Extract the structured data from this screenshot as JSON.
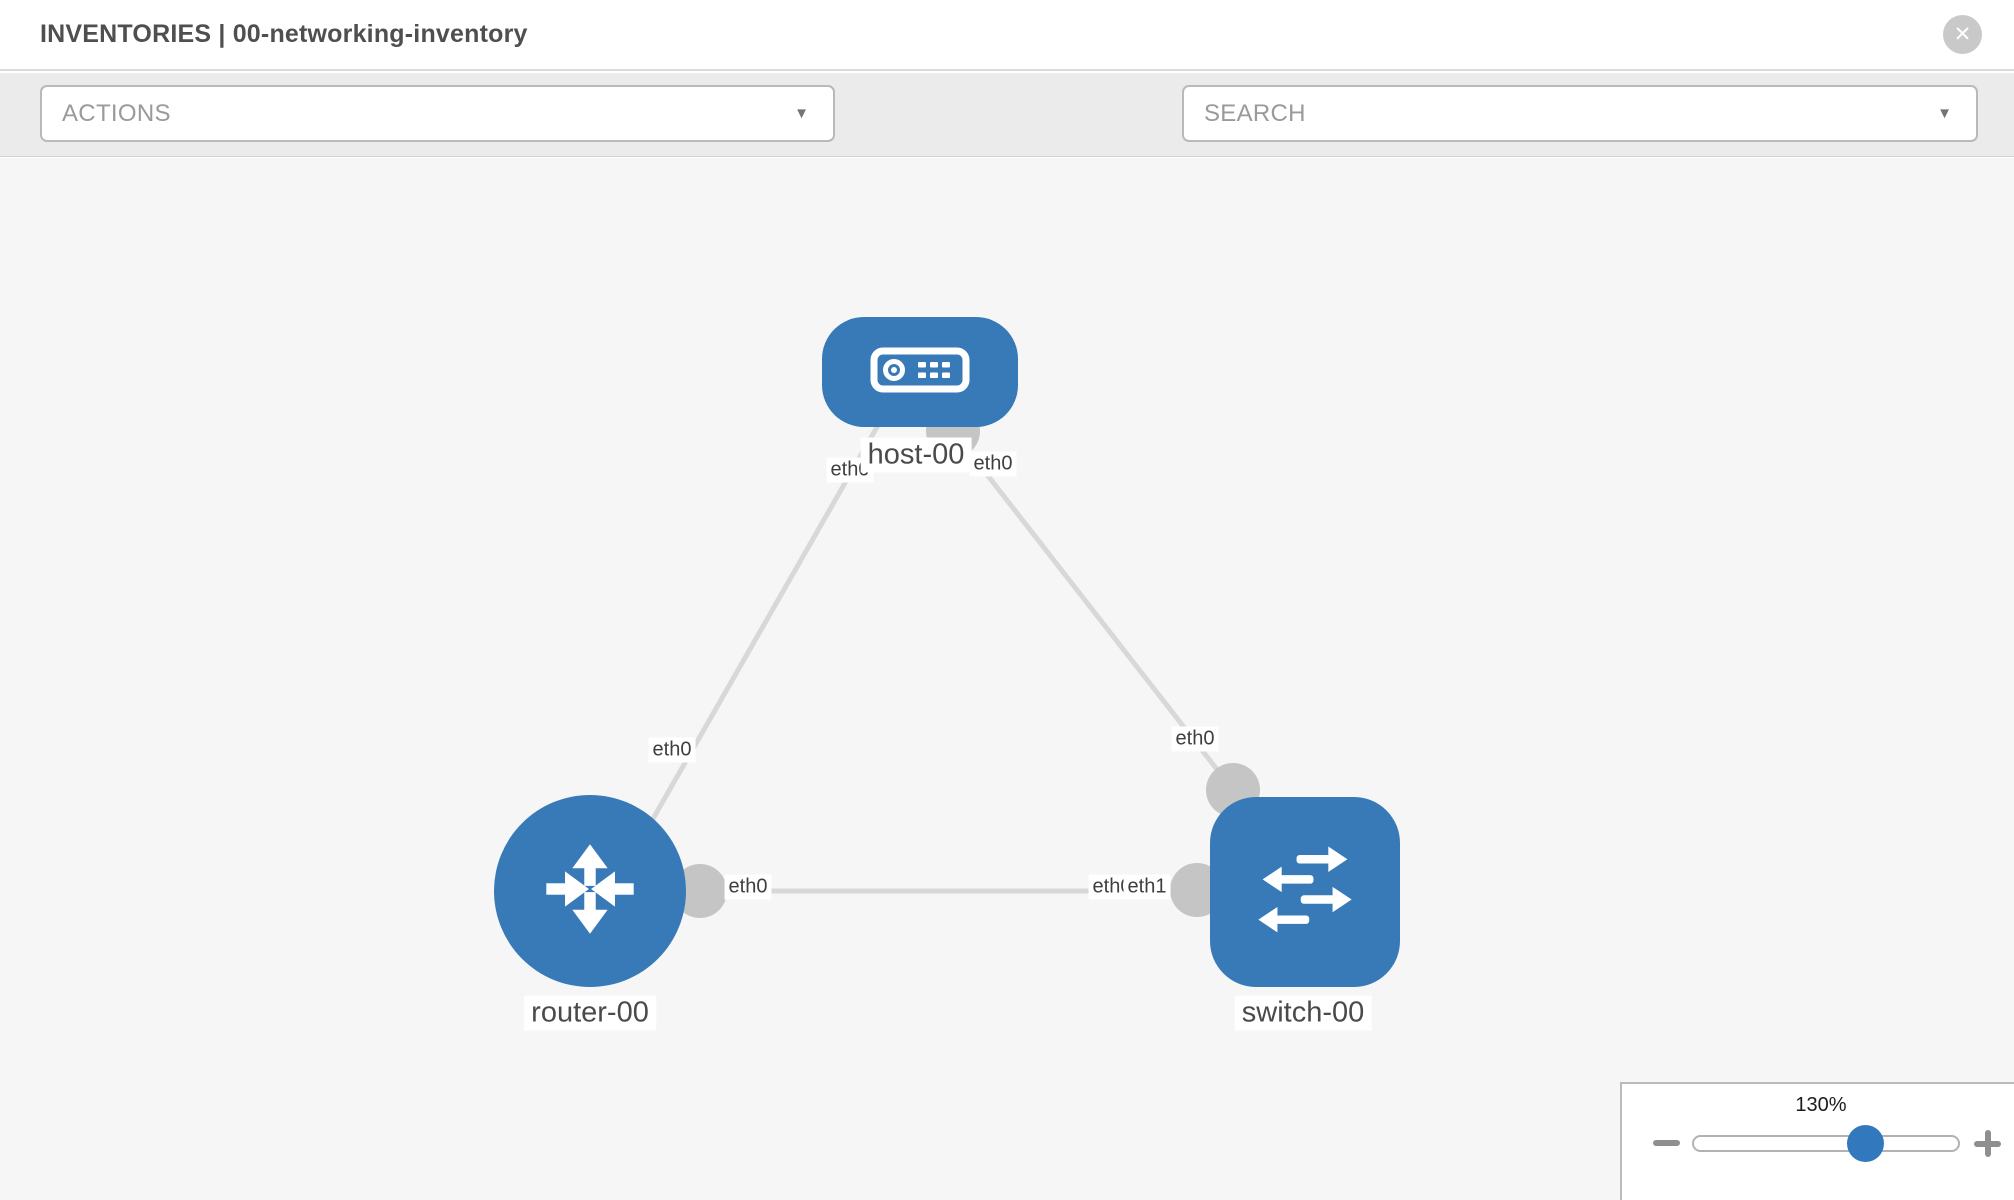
{
  "header": {
    "title": "INVENTORIES | 00-networking-inventory"
  },
  "toolbar": {
    "actions_label": "ACTIONS",
    "search_label": "SEARCH"
  },
  "icons": {
    "close": "✕",
    "caret": "▼",
    "wrench": "wrench-icon",
    "key": "key-icon",
    "minus": "−",
    "plus": "+"
  },
  "topology": {
    "nodes": [
      {
        "id": "host-00",
        "type": "host",
        "label": "host-00"
      },
      {
        "id": "router-00",
        "type": "router",
        "label": "router-00"
      },
      {
        "id": "switch-00",
        "type": "switch",
        "label": "switch-00"
      }
    ],
    "links": [
      {
        "from": "host-00",
        "from_interface": "eth0",
        "to": "router-00",
        "to_interface": "eth0"
      },
      {
        "from": "host-00",
        "from_interface": "eth0",
        "to": "switch-00",
        "to_interface": "eth0"
      },
      {
        "from": "router-00",
        "from_interface": "eth0",
        "to": "switch-00",
        "to_interface": "eth1"
      }
    ],
    "interface_chips": {
      "host_left": "eth0",
      "host_right": "eth0",
      "router_top": "eth0",
      "switch_top": "eth0",
      "router_bottom": "eth0",
      "switch_bottom_back": "eth0",
      "switch_bottom_front": "eth1"
    }
  },
  "zoom_control": {
    "value": "130%"
  },
  "colors": {
    "node_blue": "#377ab7",
    "link_gray": "#d8d8d8",
    "dot_gray": "#c5c5c5",
    "toolbar_bg": "#ebebeb",
    "canvas_bg": "#f6f6f6"
  }
}
